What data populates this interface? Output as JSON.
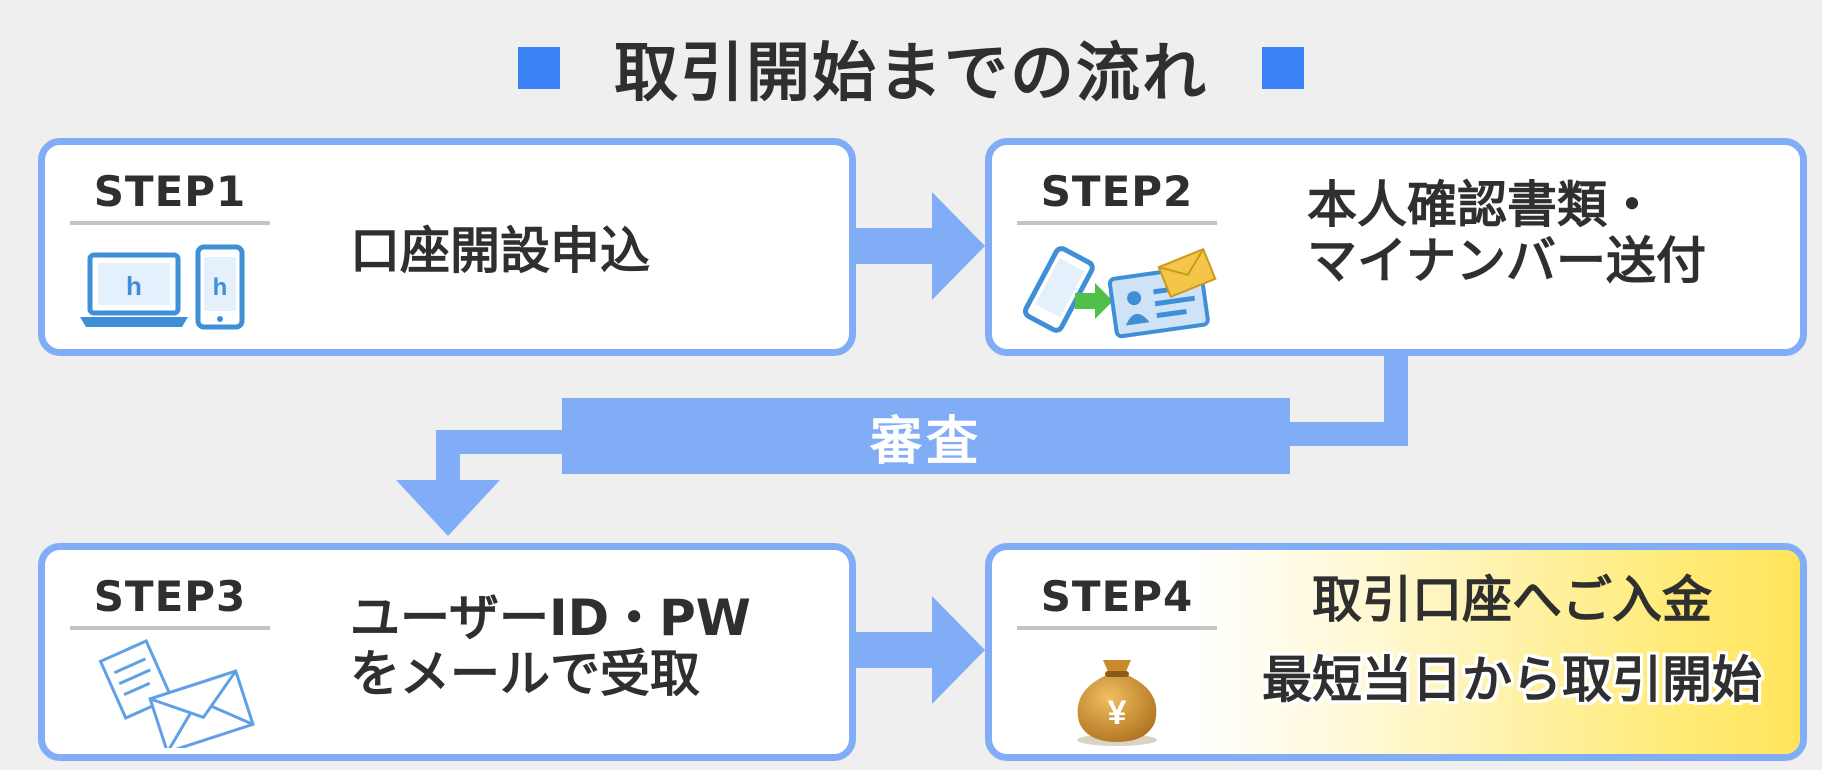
{
  "title": "取引開始までの流れ",
  "colors": {
    "accent": "#3b82f6",
    "arrow": "#80adf5",
    "card_border": "#80adf5",
    "highlight": "#ffe45a"
  },
  "review_label": "審査",
  "steps": [
    {
      "label": "STEP1",
      "lines": [
        "口座開設申込"
      ],
      "icon": "laptop-and-phone-icon"
    },
    {
      "label": "STEP2",
      "lines": [
        "本人確認書類・",
        "マイナンバー送付"
      ],
      "icon": "phone-to-id-card-icon"
    },
    {
      "label": "STEP3",
      "lines": [
        "ユーザーID・PW",
        "をメールで受取"
      ],
      "icon": "mail-envelope-icon"
    },
    {
      "label": "STEP4",
      "lines": [
        "取引口座へご入金",
        "最短当日から取引開始"
      ],
      "icon": "yen-money-bag-icon"
    }
  ]
}
